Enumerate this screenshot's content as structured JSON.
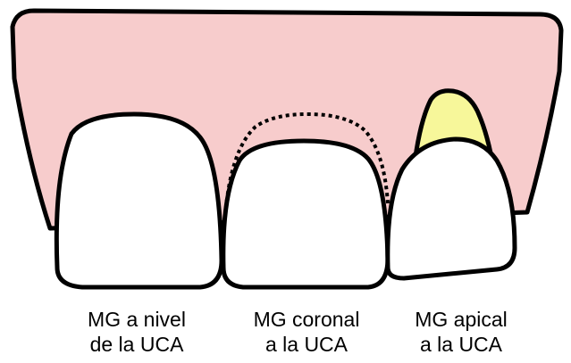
{
  "colors": {
    "gingiva": "#f7cccc",
    "tooth": "#ffffff",
    "exposed_root": "#f7f79a",
    "outline": "#000000"
  },
  "teeth": [
    {
      "name": "tooth-left",
      "caption": [
        "MG a nivel",
        "de la UCA"
      ]
    },
    {
      "name": "tooth-middle",
      "caption": [
        "MG coronal",
        "a la UCA"
      ]
    },
    {
      "name": "tooth-right",
      "caption": [
        "MG apical",
        "a la UCA"
      ]
    }
  ]
}
